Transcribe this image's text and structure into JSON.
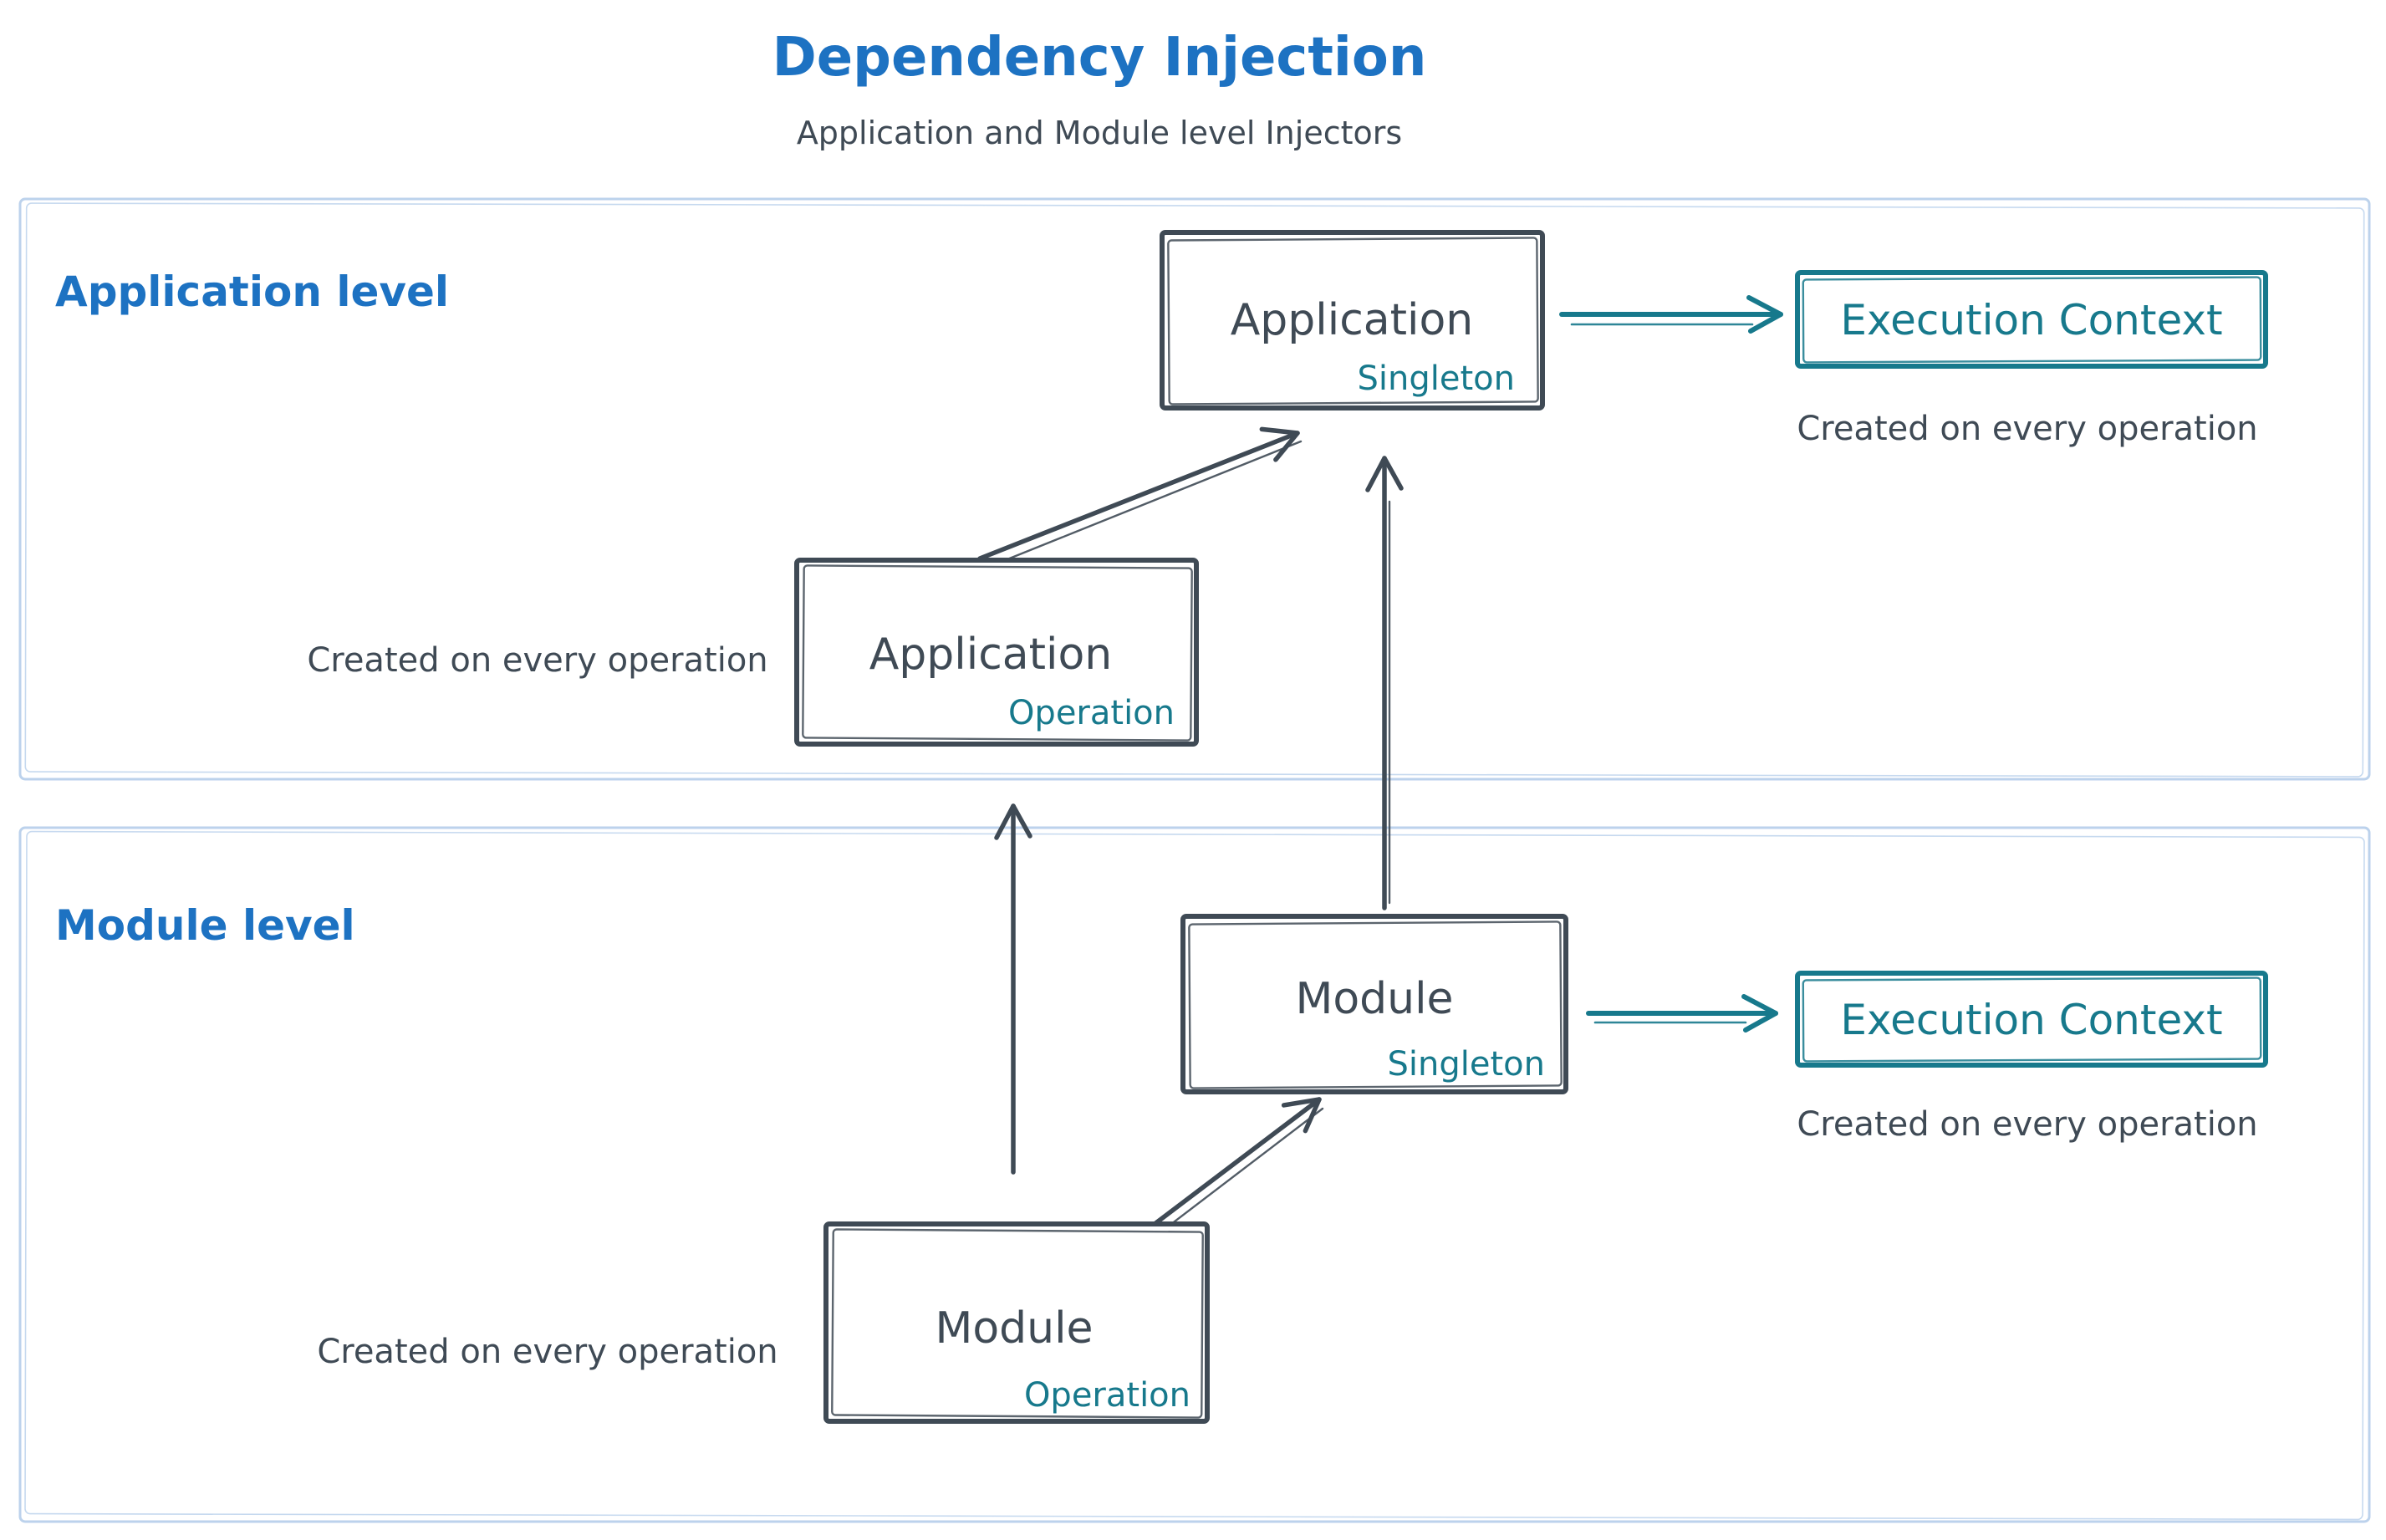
{
  "header": {
    "title": "Dependency Injection",
    "subtitle": "Application and Module level Injectors"
  },
  "colors": {
    "blue": "#1d72c2",
    "teal": "#17798c",
    "ink": "#3f4a55",
    "section-border": "#bcd2ec",
    "background": "#ffffff"
  },
  "sections": {
    "application": {
      "label": "Application level"
    },
    "module": {
      "label": "Module level"
    }
  },
  "nodes": {
    "app_singleton": {
      "title": "Application",
      "tag": "Singleton"
    },
    "app_operation": {
      "title": "Application",
      "tag": "Operation"
    },
    "module_singleton": {
      "title": "Module",
      "tag": "Singleton"
    },
    "module_operation": {
      "title": "Module",
      "tag": "Operation"
    },
    "app_execution_context": {
      "title": "Execution Context"
    },
    "module_execution_context": {
      "title": "Execution Context"
    }
  },
  "notes": {
    "app_execution": "Created on every operation",
    "app_operation": "Created on every operation",
    "module_execution": "Created on every operation",
    "module_operation": "Created on every operation"
  },
  "edges": [
    {
      "from": "app_operation",
      "to": "app_singleton",
      "color": "ink"
    },
    {
      "from": "module_singleton",
      "to": "app_singleton",
      "color": "ink"
    },
    {
      "from": "module_operation",
      "to": "app_operation",
      "color": "ink"
    },
    {
      "from": "module_operation",
      "to": "module_singleton",
      "color": "ink"
    },
    {
      "from": "app_singleton",
      "to": "app_execution_context",
      "color": "teal"
    },
    {
      "from": "module_singleton",
      "to": "module_execution_context",
      "color": "teal"
    }
  ]
}
